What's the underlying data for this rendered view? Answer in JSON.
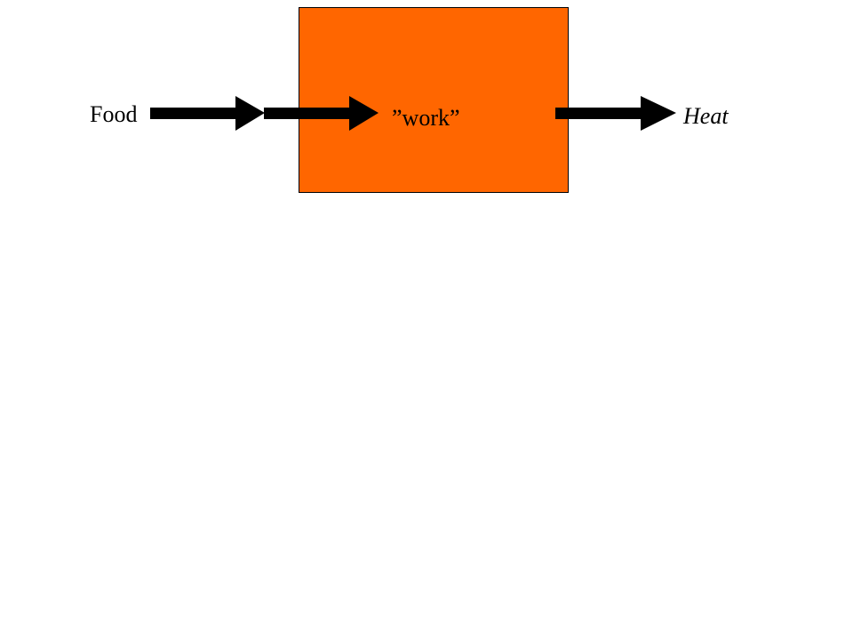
{
  "diagram": {
    "input_label": "Food",
    "process_label": "”work”",
    "output_label": "Heat",
    "process_box_color": "#FF6600",
    "arrow_color": "#000000",
    "arrows": [
      {
        "name": "food-in-arrow-1",
        "from": "Food",
        "to": "process box"
      },
      {
        "name": "food-in-arrow-2",
        "from": "process box edge",
        "to": "work"
      },
      {
        "name": "heat-out-arrow",
        "from": "work",
        "to": "Heat"
      }
    ]
  }
}
